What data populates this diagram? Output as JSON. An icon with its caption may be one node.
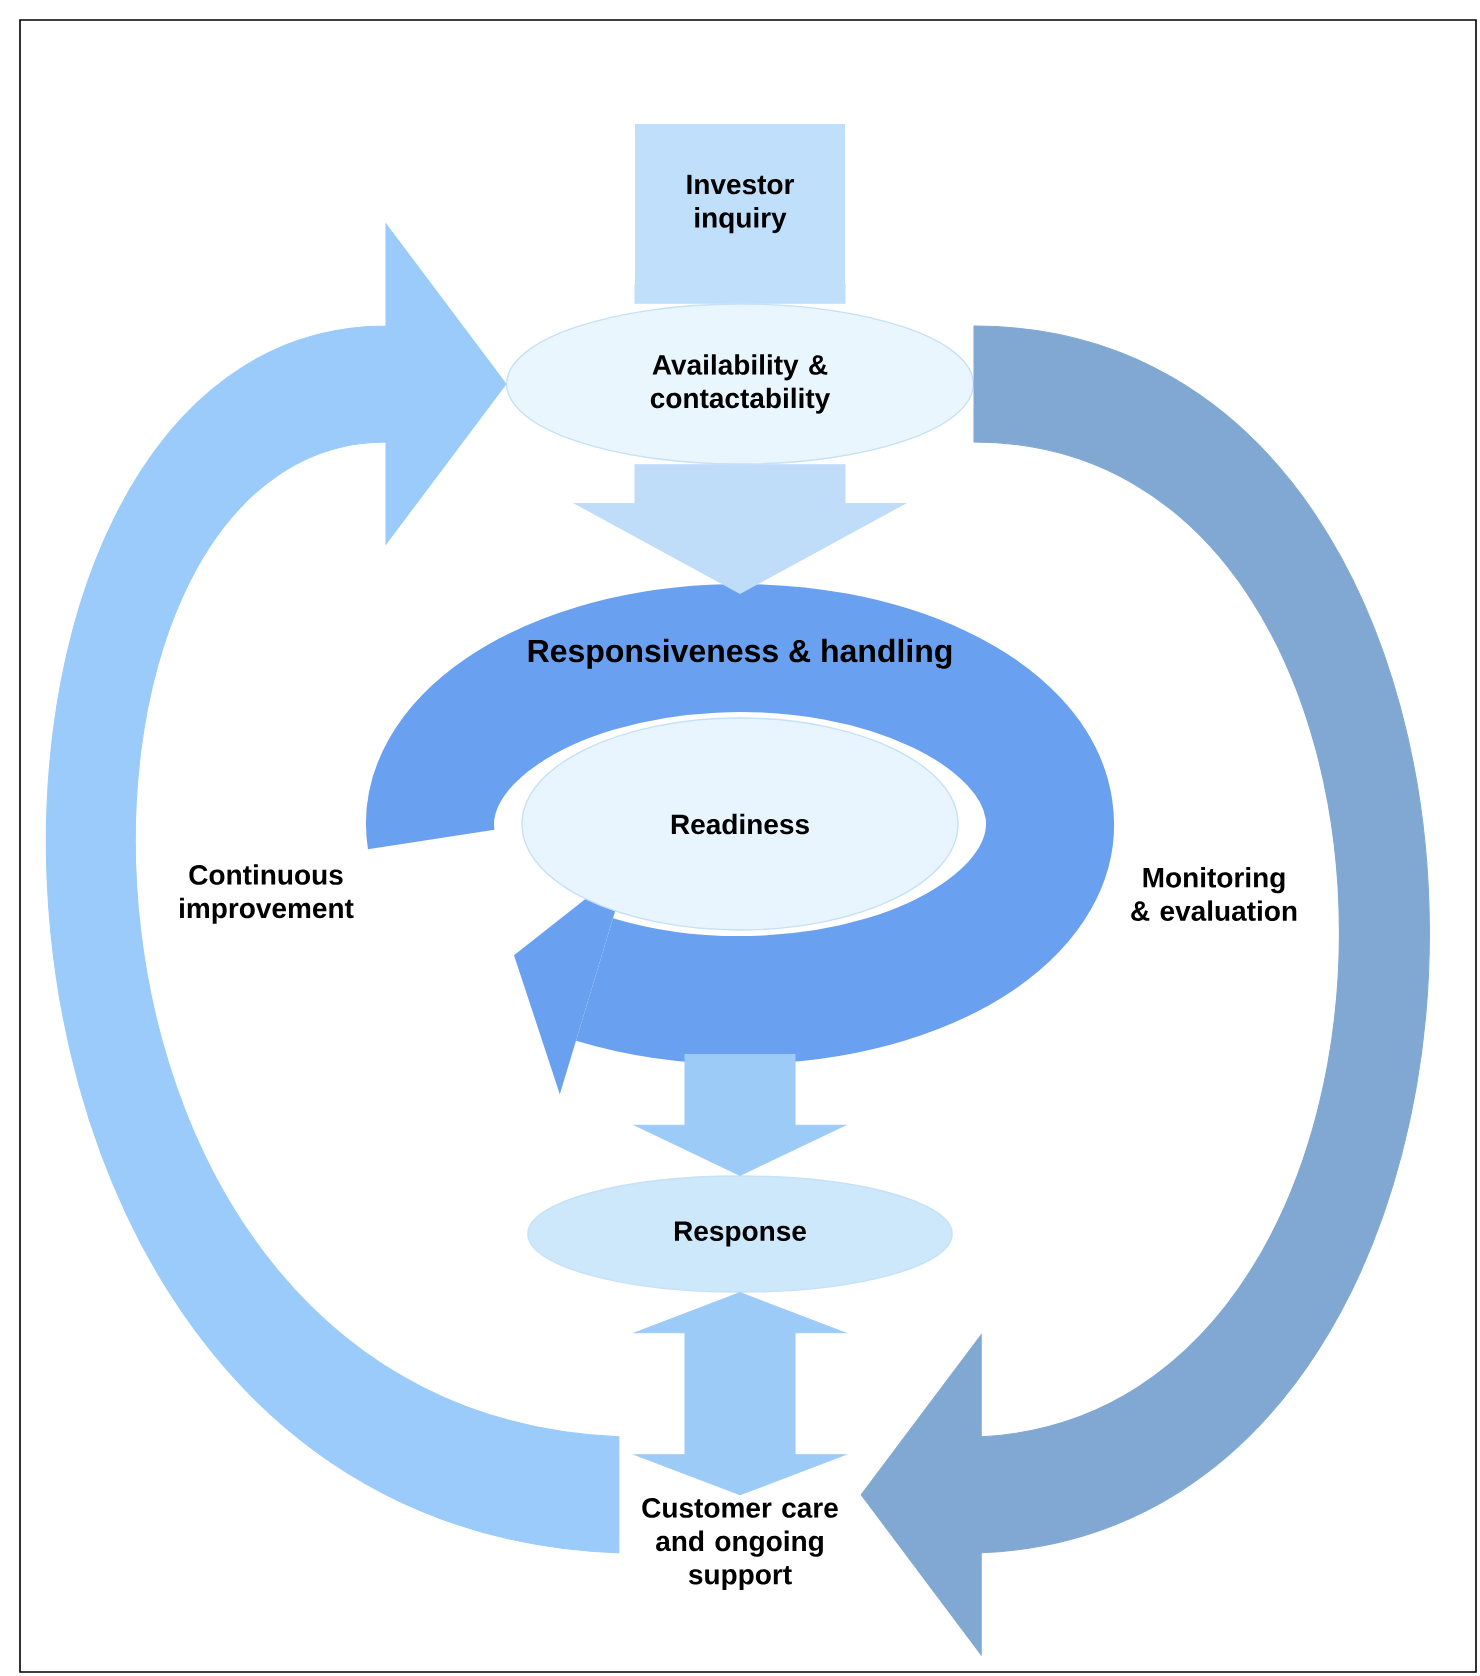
{
  "diagram": {
    "nodes": [
      {
        "text": [
          "Investor inquiry"
        ]
      },
      {
        "text": [
          "Availability & contactability"
        ]
      },
      {
        "text": [
          "Responsiveness & handling"
        ]
      },
      {
        "text": [
          "Readiness"
        ],
        "in": 2
      },
      {
        "text": [
          "Response"
        ]
      },
      {
        "text": [
          "Customer care and ongoing support"
        ]
      }
    ],
    "edges": [
      {
        "from": 0,
        "to": 1,
        "arrow": "none"
      },
      {
        "from": 1,
        "to": 2,
        "arrow": "to"
      },
      {
        "from": 2,
        "to": 4,
        "arrow": "to"
      },
      {
        "from": 4,
        "to": 5,
        "arrow": "both"
      },
      {
        "from": 1,
        "to": 5,
        "arrow": "to",
        "label": "Monitoring & evaluation"
      },
      {
        "from": 5,
        "to": 1,
        "arrow": "to",
        "label": "Continuous improvement"
      }
    ]
  }
}
